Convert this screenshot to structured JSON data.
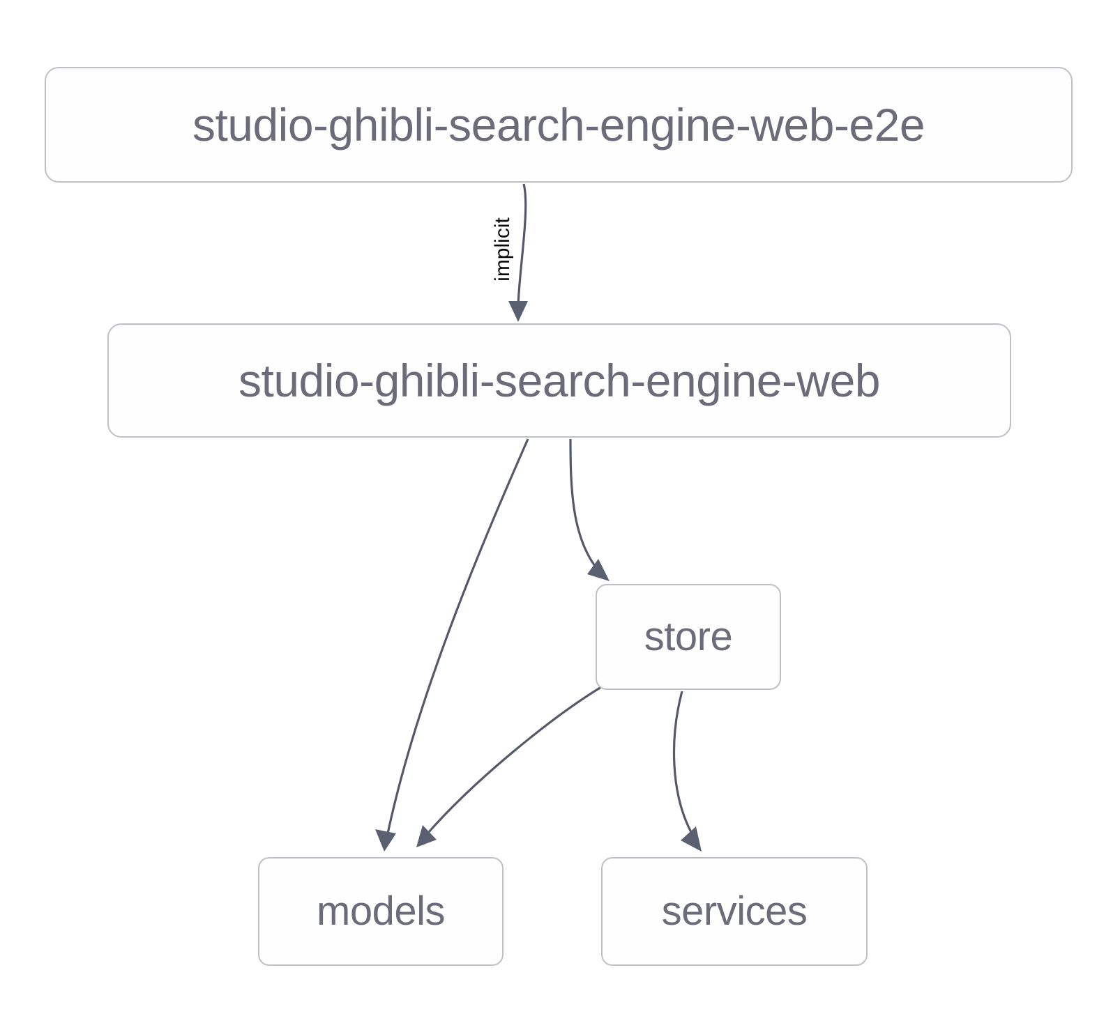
{
  "diagram": {
    "type": "dependency-graph",
    "background_color": "#ffffff",
    "node_fill_color": "#fefeff",
    "node_border_color": "#bfbfc6",
    "node_text_color": "#6b6b7a",
    "edge_color": "#54596a",
    "edge_label_color": "#0a0a0a",
    "nodes": [
      {
        "id": "e2e",
        "label": "studio-ghibli-search-engine-web-e2e"
      },
      {
        "id": "web",
        "label": "studio-ghibli-search-engine-web"
      },
      {
        "id": "store",
        "label": "store"
      },
      {
        "id": "models",
        "label": "models"
      },
      {
        "id": "services",
        "label": "services"
      }
    ],
    "edges": [
      {
        "from": "e2e",
        "to": "web",
        "label": "implicit"
      },
      {
        "from": "web",
        "to": "models",
        "label": ""
      },
      {
        "from": "web",
        "to": "store",
        "label": ""
      },
      {
        "from": "store",
        "to": "models",
        "label": ""
      },
      {
        "from": "store",
        "to": "services",
        "label": ""
      }
    ]
  }
}
